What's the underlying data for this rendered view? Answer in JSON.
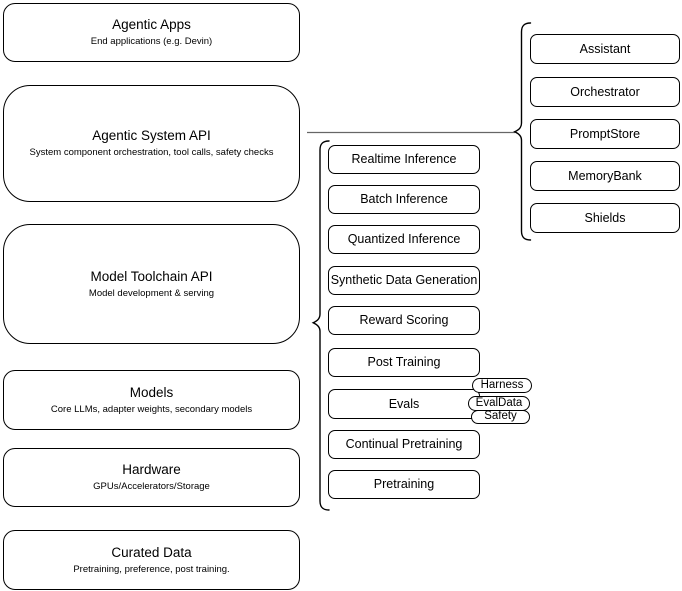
{
  "diagram": {
    "layers": [
      {
        "title": "Agentic Apps",
        "subtitle": "End applications (e.g. Devin)"
      },
      {
        "title": "Agentic System API",
        "subtitle": "System component orchestration, tool calls, safety checks"
      },
      {
        "title": "Model Toolchain API",
        "subtitle": "Model development & serving"
      },
      {
        "title": "Models",
        "subtitle": "Core LLMs, adapter weights, secondary models"
      },
      {
        "title": "Hardware",
        "subtitle": "GPUs/Accelerators/Storage"
      },
      {
        "title": "Curated Data",
        "subtitle": "Pretraining, preference, post training."
      }
    ],
    "toolchain_api_items": [
      "Realtime Inference",
      "Batch Inference",
      "Quantized Inference",
      "Synthetic Data Generation",
      "Reward Scoring",
      "Post Training",
      "Evals",
      "Continual Pretraining",
      "Pretraining"
    ],
    "evals_components": [
      "Harness",
      "EvalData",
      "Safety"
    ],
    "system_api_items": [
      "Assistant",
      "Orchestrator",
      "PromptStore",
      "MemoryBank",
      "Shields"
    ],
    "colors": {
      "stroke": "#000000",
      "connector": "#666666",
      "background": "#ffffff"
    }
  }
}
